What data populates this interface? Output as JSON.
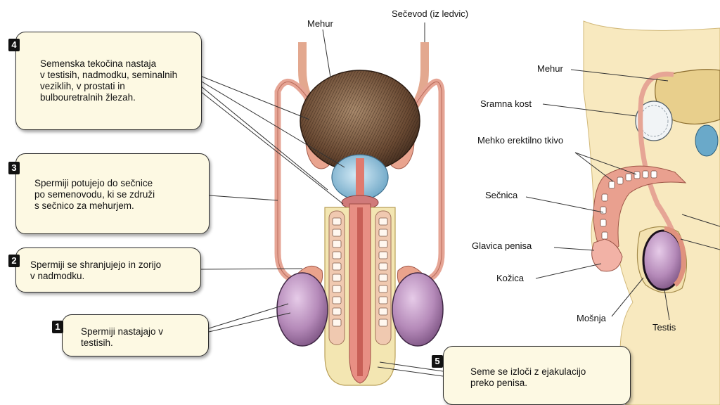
{
  "steps": [
    {
      "number": "4",
      "text": "Semenska tekočina nastaja\nv testisih, nadmodku, seminalnih\nveziklih, v prostati in\nbulbouretralnih žlezah."
    },
    {
      "number": "3",
      "text": "Spermiji potujejo do sečnice\npo semenovodu, ki se združi\ns sečnico za mehurjem."
    },
    {
      "number": "2",
      "text": "Spermiji se shranjujejo in zorijo\nv nadmodku."
    },
    {
      "number": "1",
      "text": "Spermiji nastajajo v\ntestisih."
    },
    {
      "number": "5",
      "text": "Seme se izloči z ejakulacijo\npreko penisa."
    }
  ],
  "front_labels": {
    "bladder": "Mehur",
    "vas_deferens": "Sečevod (iz ledvic)"
  },
  "side_labels": {
    "bladder": "Mehur",
    "pubic_bone": "Sramna kost",
    "erectile_tissue": "Mehko erektilno tkivo",
    "urethra": "Sečnica",
    "glans": "Glavica penisa",
    "foreskin": "Kožica",
    "scrotum": "Mošnja",
    "testis": "Testis"
  }
}
